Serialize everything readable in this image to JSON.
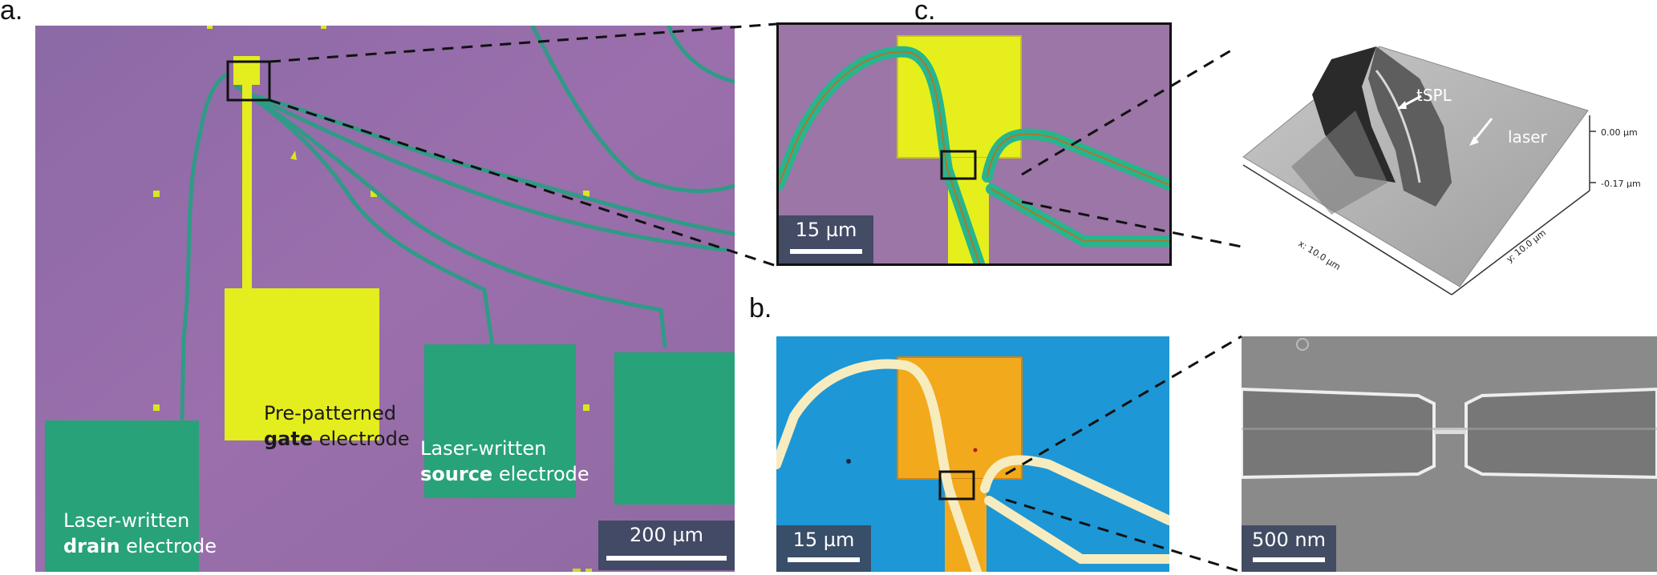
{
  "panels": {
    "a": {
      "letter": "a.",
      "scale_label": "200 µm",
      "gate_label_line1": "Pre-patterned",
      "gate_label_bold": "gate",
      "gate_label_rest": " electrode",
      "source_label_line1": "Laser-written",
      "source_label_bold": "source",
      "source_label_rest": " electrode",
      "drain_label_line1": "Laser-written",
      "drain_label_bold": "drain",
      "drain_label_rest": " electrode"
    },
    "a_zoom": {
      "scale_label": "15 µm"
    },
    "b": {
      "letter": "b.",
      "optical_scale_label": "15 µm",
      "sem_scale_label": "500 nm"
    },
    "c": {
      "letter": "c.",
      "annotation_tspl": "tSPL",
      "annotation_laser": "laser",
      "z_tick_top": "0.00 µm",
      "z_tick_bottom": "-0.17 µm",
      "x_axis_label": "x: 10.0 µm",
      "y_axis_label": "y: 10.0 µm"
    }
  },
  "colors": {
    "substrate_purple": "#9a6ea8",
    "gate_yellow": "#e6ee1a",
    "pad_green": "#2aa17a",
    "trace_teal": "#3aa28a",
    "blue_substrate": "#1b95d4",
    "gold_pad": "#f0a81c",
    "sem_gray": "#8c8c8c"
  }
}
